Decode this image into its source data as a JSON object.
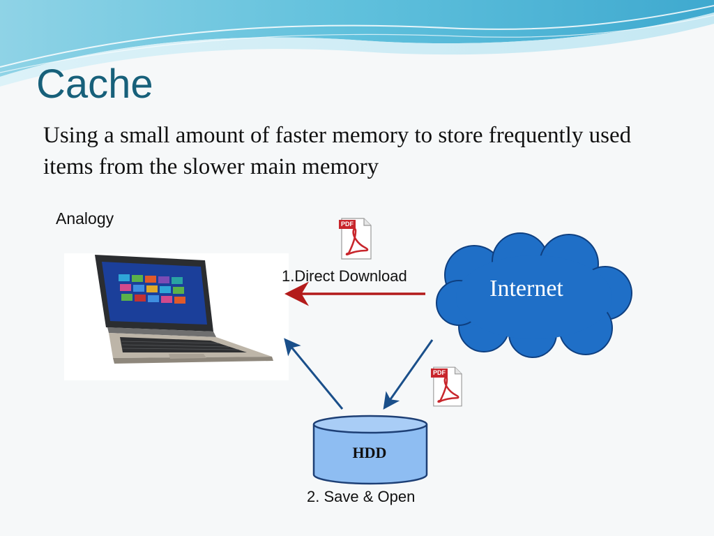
{
  "slide": {
    "title": "Cache",
    "subtitle": "Using a small amount of faster memory to store frequently used items from the slower main memory",
    "analogy_label": "Analogy"
  },
  "diagram": {
    "internet_label": "Internet",
    "hdd_label": "HDD",
    "direct_download_label": "1.Direct Download",
    "save_open_label": "2. Save & Open",
    "pdf_tag": "PDF"
  },
  "colors": {
    "title": "#17607a",
    "cloud_fill": "#1f6fc7",
    "cloud_stroke": "#0e3f80",
    "hdd_fill": "#8ebdf2",
    "hdd_stroke": "#1d3f75",
    "red_arrow": "#b31b1b",
    "blue_arrow": "#1a4f8a"
  },
  "icons": [
    "laptop-tablet-image",
    "pdf-file-icon",
    "pdf-file-icon",
    "cloud-shape",
    "cylinder-shape"
  ]
}
